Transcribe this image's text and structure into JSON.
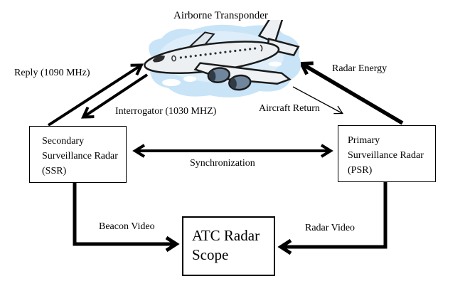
{
  "diagram": {
    "title": "Airborne Transponder",
    "nodes": {
      "ssr": {
        "line1": "Secondary",
        "line2": "Surveillance Radar",
        "line3": "(SSR)"
      },
      "psr": {
        "line1": "Primary",
        "line2": "Surveillance Radar",
        "line3": "(PSR)"
      },
      "atc": {
        "line1": "ATC Radar",
        "line2": "Scope"
      }
    },
    "edges": {
      "reply": "Reply (1090 MHz)",
      "interrogator": "Interrogator (1030 MHZ)",
      "radar_energy": "Radar Energy",
      "aircraft_return": "Aircraft Return",
      "synchronization": "Synchronization",
      "beacon_video": "Beacon Video",
      "radar_video": "Radar Video"
    },
    "colors": {
      "line": "#000000",
      "sky": "#c9e4f7",
      "sky_light": "#e3f1fb",
      "plane_body": "#edf0f2",
      "wing": "#f0f3f5",
      "engine": "#6f869d",
      "engine_dark": "#2f3b47",
      "outline": "#1b1b1b",
      "cloud_blue": "#a8d2f0"
    }
  }
}
